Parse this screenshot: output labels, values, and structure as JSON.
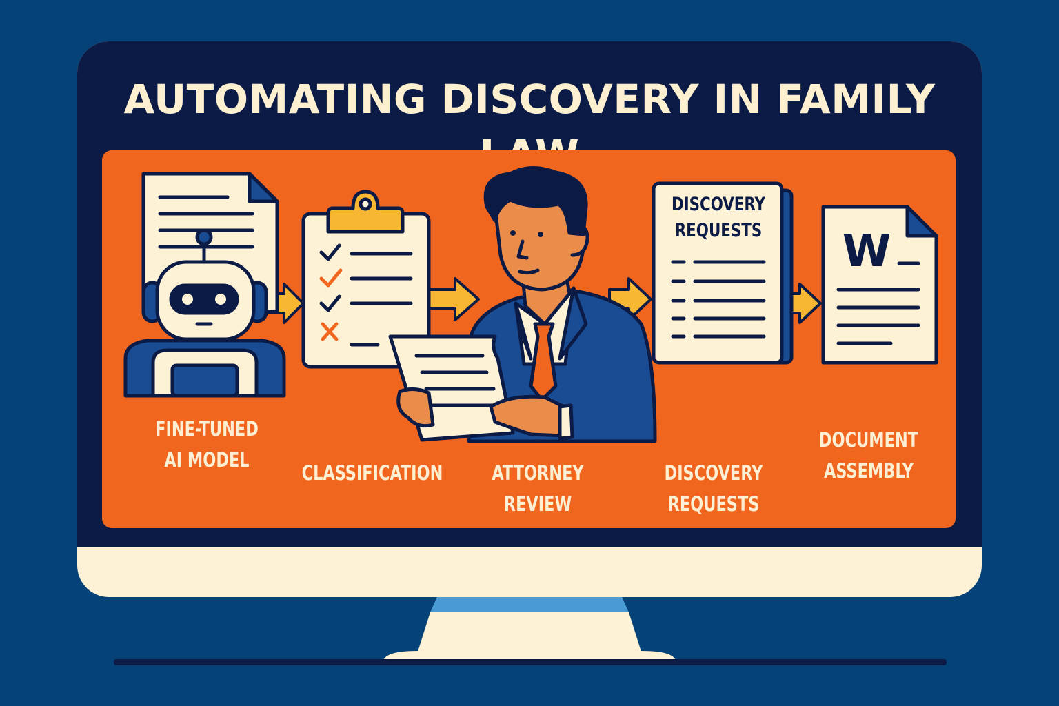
{
  "title": "AUTOMATING DISCOVERY IN FAMILY LAW",
  "steps": [
    {
      "label_line1": "FINE-TUNED",
      "label_line2": "AI MODEL",
      "icon": "robot-icon"
    },
    {
      "label_line1": "CLASSIFICATION",
      "icon": "clipboard-checklist-icon"
    },
    {
      "label_line1": "ATTORNEY",
      "label_line2": "REVIEW",
      "icon": "attorney-reading-icon"
    },
    {
      "label_line1": "DISCOVERY",
      "label_line2": "REQUESTS",
      "icon": "discovery-requests-document-icon"
    },
    {
      "label_line1": "DOCUMENT",
      "label_line2": "ASSEMBLY",
      "icon": "word-document-icon"
    }
  ],
  "discovery_doc": {
    "heading_line1": "DISCOVERY",
    "heading_line2": "REQUESTS"
  },
  "word_doc": {
    "letter": "W"
  },
  "colors": {
    "background": "#054278",
    "screen": "#0B1B45",
    "panel": "#F1661F",
    "cream": "#FDF2D6",
    "arrow": "#F7B733",
    "navy_outline": "#0B1B45",
    "suit_blue": "#1A4C93",
    "check_orange": "#F1661F"
  }
}
